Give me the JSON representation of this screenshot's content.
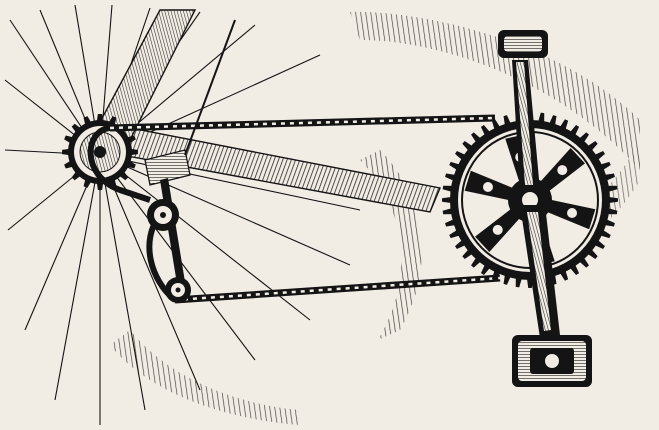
{
  "image": {
    "subject": "bicycle-drivetrain-engraving",
    "style": "black-ink-engraving",
    "colors": {
      "paper": "#f1ece4",
      "ink": "#141414",
      "hatch": "#2a2a2a"
    }
  },
  "icons": [
    "rear-wheel-spokes",
    "rear-sprocket",
    "rear-derailleur",
    "chain",
    "chainring",
    "crank-arm",
    "pedal",
    "upper-crank-arm",
    "chainstay",
    "seat-stay",
    "tire-hatching"
  ]
}
